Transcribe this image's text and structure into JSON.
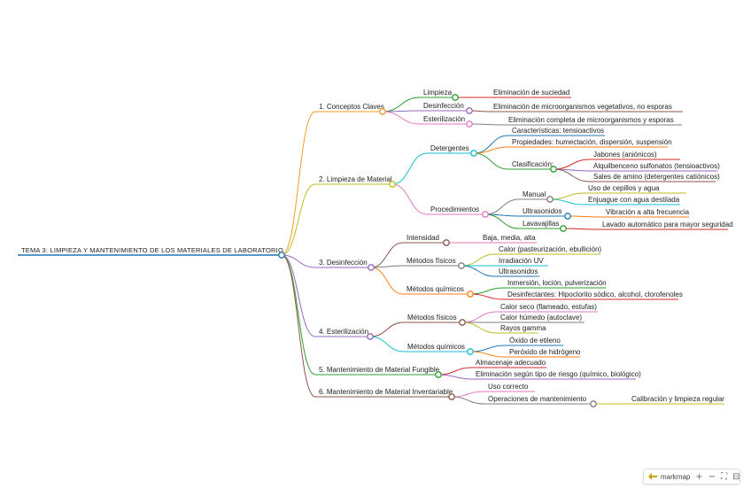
{
  "root": {
    "label": "TEMA 3: LIMPIEZA Y MANTENIMIENTO DE LOS MATERIALES DE LABORATORIO"
  },
  "branches": [
    {
      "label": "1. Conceptos Claves",
      "color": "#f59a23",
      "children": [
        {
          "label": "Limpieza",
          "color": "#2ca02c",
          "children": [
            {
              "label": "Eliminación de suciedad",
              "color": "#d62728"
            }
          ]
        },
        {
          "label": "Desinfección",
          "color": "#9467bd",
          "children": [
            {
              "label": "Eliminación de microorganismos vegetativos, no esporas",
              "color": "#8c564b"
            }
          ]
        },
        {
          "label": "Esterilización",
          "color": "#e377c2",
          "children": [
            {
              "label": "Eliminación completa de microorganismos y esporas",
              "color": "#7f7f7f"
            }
          ]
        }
      ]
    },
    {
      "label": "2. Limpieza de Material",
      "color": "#bcbd22",
      "children": [
        {
          "label": "Detergentes",
          "color": "#17becf",
          "children": [
            {
              "label": "Características: tensioactivos",
              "color": "#1f77b4"
            },
            {
              "label": "Propiedades: humectación, dispersión, suspensión",
              "color": "#ff7f0e"
            },
            {
              "label": "Clasificación:",
              "color": "#2ca02c",
              "children": [
                {
                  "label": "Jabones (aniónicos)",
                  "color": "#d62728"
                },
                {
                  "label": "Alquilbenceno sulfonatos (tensioactivos)",
                  "color": "#9467bd"
                },
                {
                  "label": "Sales de amino (detergentes catiónicos)",
                  "color": "#8c564b"
                }
              ]
            }
          ]
        },
        {
          "label": "Procedimientos",
          "color": "#e377c2",
          "children": [
            {
              "label": "Manual",
              "color": "#7f7f7f",
              "children": [
                {
                  "label": "Uso de cepillos y agua",
                  "color": "#bcbd22"
                },
                {
                  "label": "Enjuague con agua destilada",
                  "color": "#17becf"
                }
              ]
            },
            {
              "label": "Ultrasonidos",
              "color": "#1f77b4",
              "children": [
                {
                  "label": "Vibración a alta frecuencia",
                  "color": "#ff7f0e"
                }
              ]
            },
            {
              "label": "Lavavajillas",
              "color": "#2ca02c",
              "children": [
                {
                  "label": "Lavado automático para mayor seguridad",
                  "color": "#d62728"
                }
              ]
            }
          ]
        }
      ]
    },
    {
      "label": "3. Desinfección",
      "color": "#9467bd",
      "children": [
        {
          "label": "Intensidad",
          "color": "#8c564b",
          "children": [
            {
              "label": "Baja, media, alta",
              "color": "#e377c2"
            }
          ]
        },
        {
          "label": "Métodos físicos",
          "color": "#7f7f7f",
          "children": [
            {
              "label": "Calor (pasteurización, ebullición)",
              "color": "#bcbd22"
            },
            {
              "label": "Irradiación UV",
              "color": "#17becf"
            },
            {
              "label": "Ultrasonidos",
              "color": "#1f77b4"
            }
          ]
        },
        {
          "label": "Métodos químicos",
          "color": "#ff7f0e",
          "children": [
            {
              "label": "Inmersión, loción, pulverización",
              "color": "#2ca02c"
            },
            {
              "label": "Desinfectantes: Hipoclorito sódico, alcohol, clorofenoles",
              "color": "#d62728"
            }
          ]
        }
      ]
    },
    {
      "label": "4. Esterilización",
      "color": "#9467bd",
      "children": [
        {
          "label": "Métodos físicos",
          "color": "#8c564b",
          "children": [
            {
              "label": "Calor seco (flameado, estufas)",
              "color": "#e377c2"
            },
            {
              "label": "Calor húmedo (autoclave)",
              "color": "#7f7f7f"
            },
            {
              "label": "Rayos gamma",
              "color": "#bcbd22"
            }
          ]
        },
        {
          "label": "Métodos químicos",
          "color": "#17becf",
          "children": [
            {
              "label": "Óxido de etileno",
              "color": "#1f77b4"
            },
            {
              "label": "Peróxido de hidrógeno",
              "color": "#ff7f0e"
            }
          ]
        }
      ]
    },
    {
      "label": "5. Mantenimiento de Material Fungible",
      "color": "#2ca02c",
      "children": [
        {
          "label": "Almacenaje adecuado",
          "color": "#d62728"
        },
        {
          "label": "Eliminación según tipo de riesgo (químico, biológico)",
          "color": "#9467bd"
        }
      ]
    },
    {
      "label": "6. Mantenimiento de Material Inventariable",
      "color": "#8c564b",
      "children": [
        {
          "label": "Uso correcto",
          "color": "#e377c2"
        },
        {
          "label": "Operaciones de mantenimiento",
          "color": "#7f7f7f",
          "children": [
            {
              "label": "Calibración y limpieza regular",
              "color": "#bcbd22"
            }
          ]
        }
      ]
    }
  ],
  "toolbar": {
    "brand": "markmap",
    "zoom_in": "+",
    "zoom_out": "−",
    "fit": "⛶",
    "toggle": "⊟"
  }
}
